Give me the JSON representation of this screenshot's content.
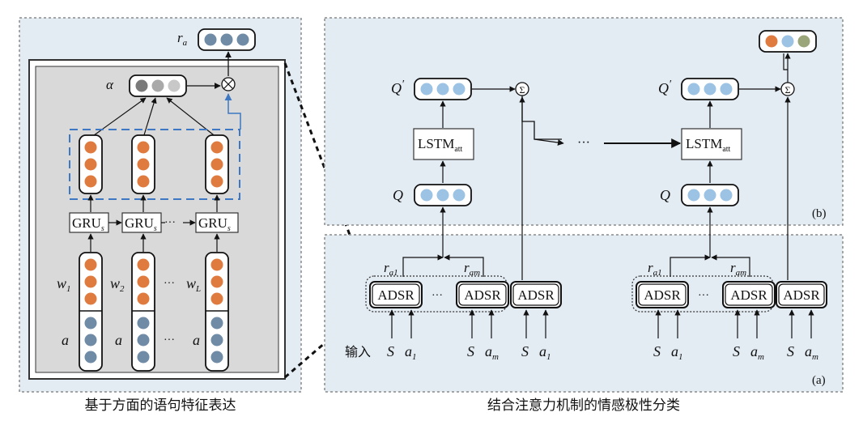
{
  "left_panel": {
    "caption": "基于方面的语句特征表达",
    "output_label": "r",
    "output_label_sub": "a",
    "alpha_label": "α",
    "gru_label": "GRU",
    "gru_sub": "s",
    "ellipsis": "···",
    "word_labels": [
      {
        "main": "w",
        "sub": "1"
      },
      {
        "main": "w",
        "sub": "2"
      },
      {
        "main": "w",
        "sub": "L"
      }
    ],
    "aspect_label": "a"
  },
  "right_panel": {
    "caption": "结合注意力机制的情感极性分类",
    "panel_b_tag": "(b)",
    "panel_a_tag": "(a)",
    "q_prime_label": "Q",
    "q_prime_mark": "′",
    "q_label": "Q",
    "lstm_label": "LSTM",
    "lstm_sub": "att",
    "adsr_label": "ADSR",
    "sum_symbol": "Σ",
    "r_labels": [
      {
        "main": "r",
        "sub": "a1"
      },
      {
        "main": "r",
        "sub": "am"
      }
    ],
    "input_label": "输入",
    "ellipsis": "···",
    "inputs_group1": [
      {
        "main": "S",
        "sub": ""
      },
      {
        "main": "a",
        "sub": "1"
      },
      {
        "main": "S",
        "sub": ""
      },
      {
        "main": "a",
        "sub": "m"
      },
      {
        "main": "S",
        "sub": ""
      },
      {
        "main": "a",
        "sub": "1"
      }
    ],
    "inputs_group2": [
      {
        "main": "S",
        "sub": ""
      },
      {
        "main": "a",
        "sub": "1"
      },
      {
        "main": "S",
        "sub": ""
      },
      {
        "main": "a",
        "sub": "m"
      },
      {
        "main": "S",
        "sub": ""
      },
      {
        "main": "a",
        "sub": "m"
      }
    ]
  },
  "colors": {
    "orange": "#E07B3F",
    "blue_gray": "#6F8BA6",
    "light_blue": "#9CC3E4",
    "gray_dark": "#7A7A7A",
    "gray_mid": "#A9A9A9",
    "gray_light": "#C8C8C8",
    "olive": "#9AA67A",
    "panel_bg": "#E3EBF3",
    "inner_bg": "#D9D9D9",
    "dash_blue": "#3E78C2"
  }
}
